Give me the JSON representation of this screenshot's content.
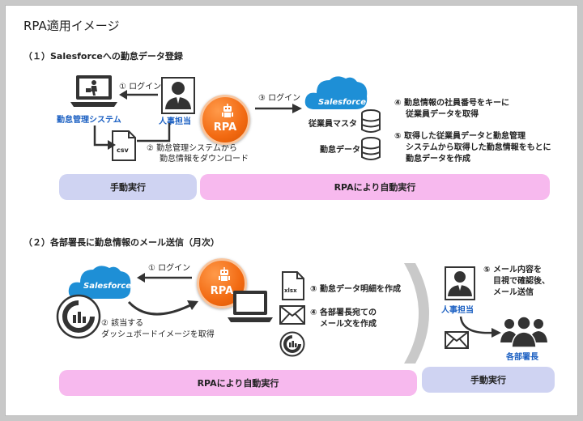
{
  "title": "RPA適用イメージ",
  "section1": {
    "heading": "（１）Salesforceへの勤怠データ登録",
    "kintai_system": "勤怠管理システム",
    "hr_person": "人事担当",
    "step1": "① ログイン",
    "step2_l1": "② 勤怠管理システムから",
    "step2_l2": "勤怠情報をダウンロード",
    "step3": "③ ログイン",
    "step4_l1": "④ 勤怠情報の社員番号をキーに",
    "step4_l2": "従業員データを取得",
    "step5_l1": "⑤ 取得した従業員データと勤怠管理",
    "step5_l2": "システムから取得した勤怠情報をもとに",
    "step5_l3": "勤怠データを作成",
    "csv": "csv",
    "salesforce": "Salesforce",
    "employee_master": "従業員マスタ",
    "attendance_data": "勤怠データ",
    "manual_bar": "手動実行",
    "auto_bar": "RPAにより自動実行",
    "rpa": "RPA"
  },
  "section2": {
    "heading": "（２）各部署長に勤怠情報のメール送信（月次）",
    "salesforce": "Salesforce",
    "step1": "① ログイン",
    "step2_l1": "② 該当する",
    "step2_l2": "ダッシュボードイメージを取得",
    "step3": "③ 勤怠データ明細を作成",
    "step4_l1": "④ 各部署長宛ての",
    "step4_l2": "メール文を作成",
    "step5_l1": "⑤ メール内容を",
    "step5_l2": "目視で確認後、",
    "step5_l3": "メール送信",
    "xlsx": "xlsx",
    "hr_person": "人事担当",
    "dept_heads": "各部署長",
    "auto_bar": "RPAにより自動実行",
    "manual_bar": "手動実行",
    "rpa": "RPA"
  },
  "colors": {
    "manual_bar": "#cfd3f2",
    "auto_bar": "#f7b9ee",
    "rpa_orange": "#f26a12",
    "cloud_blue": "#1e8fd6",
    "label_blue": "#1a5fc2",
    "icon_dark": "#333333"
  }
}
